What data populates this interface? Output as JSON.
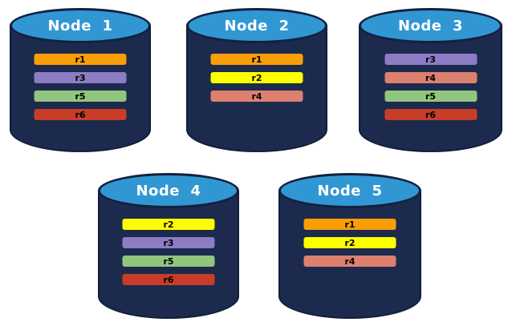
{
  "colors": {
    "background": "#FFFFFF",
    "cylinder_body": "#1B2A4D",
    "cylinder_outline": "#13203F",
    "cylinder_top": "#3097D3",
    "node_label_text": "#FFFFFF",
    "replica_label_text": "#000000"
  },
  "replica_colors": {
    "r1": "#FA9E07",
    "r2": "#FDFF00",
    "r3": "#8C7CC4",
    "r4": "#DD8070",
    "r5": "#92C57E",
    "r6": "#C83D28"
  },
  "nodes": [
    {
      "label": "Node  1",
      "replicas": [
        {
          "label": "r1",
          "color": "#FA9E07"
        },
        {
          "label": "r3",
          "color": "#8C7CC4"
        },
        {
          "label": "r5",
          "color": "#92C57E"
        },
        {
          "label": "r6",
          "color": "#C83D28"
        }
      ]
    },
    {
      "label": "Node  2",
      "replicas": [
        {
          "label": "r1",
          "color": "#FA9E07"
        },
        {
          "label": "r2",
          "color": "#FDFF00"
        },
        {
          "label": "r4",
          "color": "#DD8070"
        }
      ]
    },
    {
      "label": "Node  3",
      "replicas": [
        {
          "label": "r3",
          "color": "#8C7CC4"
        },
        {
          "label": "r4",
          "color": "#DD8070"
        },
        {
          "label": "r5",
          "color": "#92C57E"
        },
        {
          "label": "r6",
          "color": "#C83D28"
        }
      ]
    },
    {
      "label": "Node  4",
      "replicas": [
        {
          "label": "r2",
          "color": "#FDFF00"
        },
        {
          "label": "r3",
          "color": "#8C7CC4"
        },
        {
          "label": "r5",
          "color": "#92C57E"
        },
        {
          "label": "r6",
          "color": "#C83D28"
        }
      ]
    },
    {
      "label": "Node  5",
      "replicas": [
        {
          "label": "r1",
          "color": "#FA9E07"
        },
        {
          "label": "r2",
          "color": "#FDFF00"
        },
        {
          "label": "r4",
          "color": "#DD8070"
        }
      ]
    }
  ]
}
